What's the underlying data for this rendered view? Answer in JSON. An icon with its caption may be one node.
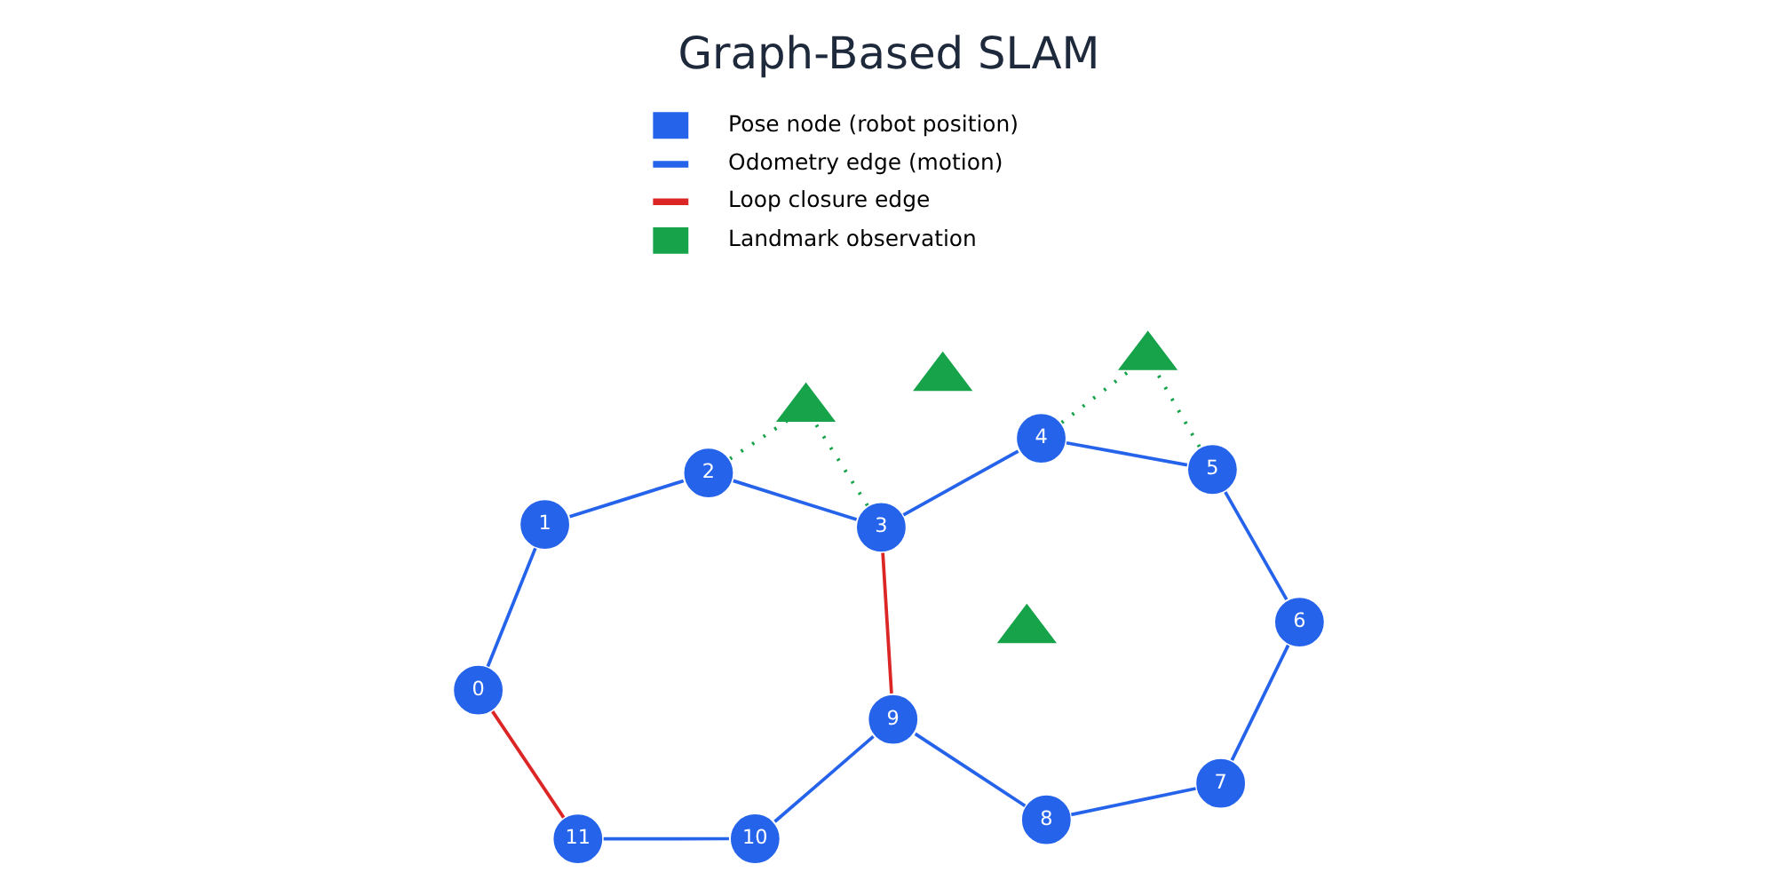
{
  "diagram": {
    "title": "Graph-Based SLAM",
    "nodes": [
      {
        "text": [
          "0"
        ]
      },
      {
        "text": [
          "1"
        ]
      },
      {
        "text": [
          "2"
        ]
      },
      {
        "text": [
          "3"
        ]
      },
      {
        "text": [
          "4"
        ]
      },
      {
        "text": [
          "5"
        ]
      },
      {
        "text": [
          "6"
        ]
      },
      {
        "text": [
          "7"
        ]
      },
      {
        "text": [
          "8"
        ]
      },
      {
        "text": [
          "9"
        ]
      },
      {
        "text": [
          "10"
        ]
      },
      {
        "text": [
          "11"
        ]
      },
      {
        "text": [],
        "shape": "triangle"
      },
      {
        "text": [],
        "shape": "triangle"
      },
      {
        "text": [],
        "shape": "triangle"
      },
      {
        "text": [],
        "shape": "triangle"
      }
    ],
    "edges": [
      {
        "from": 0,
        "to": 1,
        "arrow": "none"
      },
      {
        "from": 1,
        "to": 2,
        "arrow": "none"
      },
      {
        "from": 2,
        "to": 3,
        "arrow": "none"
      },
      {
        "from": 3,
        "to": 4,
        "arrow": "none"
      },
      {
        "from": 4,
        "to": 5,
        "arrow": "none"
      },
      {
        "from": 5,
        "to": 6,
        "arrow": "none"
      },
      {
        "from": 6,
        "to": 7,
        "arrow": "none"
      },
      {
        "from": 7,
        "to": 8,
        "arrow": "none"
      },
      {
        "from": 8,
        "to": 9,
        "arrow": "none"
      },
      {
        "from": 9,
        "to": 10,
        "arrow": "none"
      },
      {
        "from": 10,
        "to": 11,
        "arrow": "none"
      },
      {
        "from": 11,
        "to": 0,
        "arrow": "none",
        "color": "#dc2626"
      },
      {
        "from": 9,
        "to": 3,
        "arrow": "none",
        "color": "#dc2626"
      },
      {
        "from": 2,
        "to": 13,
        "arrow": "none",
        "style": "dashed",
        "color": "#16a34a"
      },
      {
        "from": 3,
        "to": 13,
        "arrow": "none",
        "style": "dashed",
        "color": "#16a34a"
      },
      {
        "from": 4,
        "to": 14,
        "arrow": "none",
        "style": "dashed",
        "color": "#16a34a"
      },
      {
        "from": 5,
        "to": 14,
        "arrow": "none",
        "style": "dashed",
        "color": "#16a34a"
      }
    ],
    "legend": [
      {
        "text": "Pose node (robot position)"
      },
      {
        "text": "Odometry edge (motion)"
      },
      {
        "text": "Loop closure edge"
      },
      {
        "text": "Landmark observation"
      }
    ]
  }
}
